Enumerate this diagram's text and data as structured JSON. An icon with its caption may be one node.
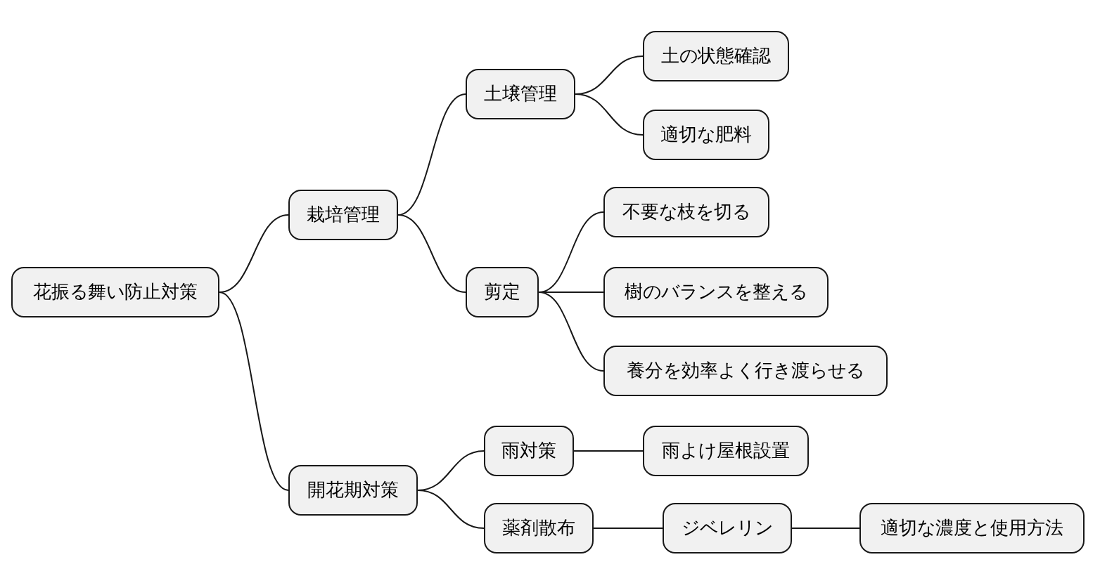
{
  "diagram": {
    "nodes": [
      {
        "text": [
          "花振る舞い防止対策"
        ]
      },
      {
        "text": [
          "栽培管理"
        ]
      },
      {
        "text": [
          "土壌管理"
        ]
      },
      {
        "text": [
          "土の状態確認"
        ]
      },
      {
        "text": [
          "適切な肥料"
        ]
      },
      {
        "text": [
          "剪定"
        ]
      },
      {
        "text": [
          "不要な枝を切る"
        ]
      },
      {
        "text": [
          "樹のバランスを整える"
        ]
      },
      {
        "text": [
          "養分を効率よく行き渡らせる"
        ]
      },
      {
        "text": [
          "開花期対策"
        ]
      },
      {
        "text": [
          "雨対策"
        ]
      },
      {
        "text": [
          "雨よけ屋根設置"
        ]
      },
      {
        "text": [
          "薬剤散布"
        ]
      },
      {
        "text": [
          "ジベレリン"
        ]
      },
      {
        "text": [
          "適切な濃度と使用方法"
        ]
      }
    ],
    "edges": [
      {
        "from": 0,
        "to": 1,
        "arrow": "none"
      },
      {
        "from": 1,
        "to": 2,
        "arrow": "none"
      },
      {
        "from": 2,
        "to": 3,
        "arrow": "none"
      },
      {
        "from": 2,
        "to": 4,
        "arrow": "none"
      },
      {
        "from": 1,
        "to": 5,
        "arrow": "none"
      },
      {
        "from": 5,
        "to": 6,
        "arrow": "none"
      },
      {
        "from": 5,
        "to": 7,
        "arrow": "none"
      },
      {
        "from": 5,
        "to": 8,
        "arrow": "none"
      },
      {
        "from": 0,
        "to": 9,
        "arrow": "none"
      },
      {
        "from": 9,
        "to": 10,
        "arrow": "none"
      },
      {
        "from": 10,
        "to": 11,
        "arrow": "none"
      },
      {
        "from": 9,
        "to": 12,
        "arrow": "none"
      },
      {
        "from": 12,
        "to": 13,
        "arrow": "none"
      },
      {
        "from": 13,
        "to": 14,
        "arrow": "none"
      }
    ]
  }
}
